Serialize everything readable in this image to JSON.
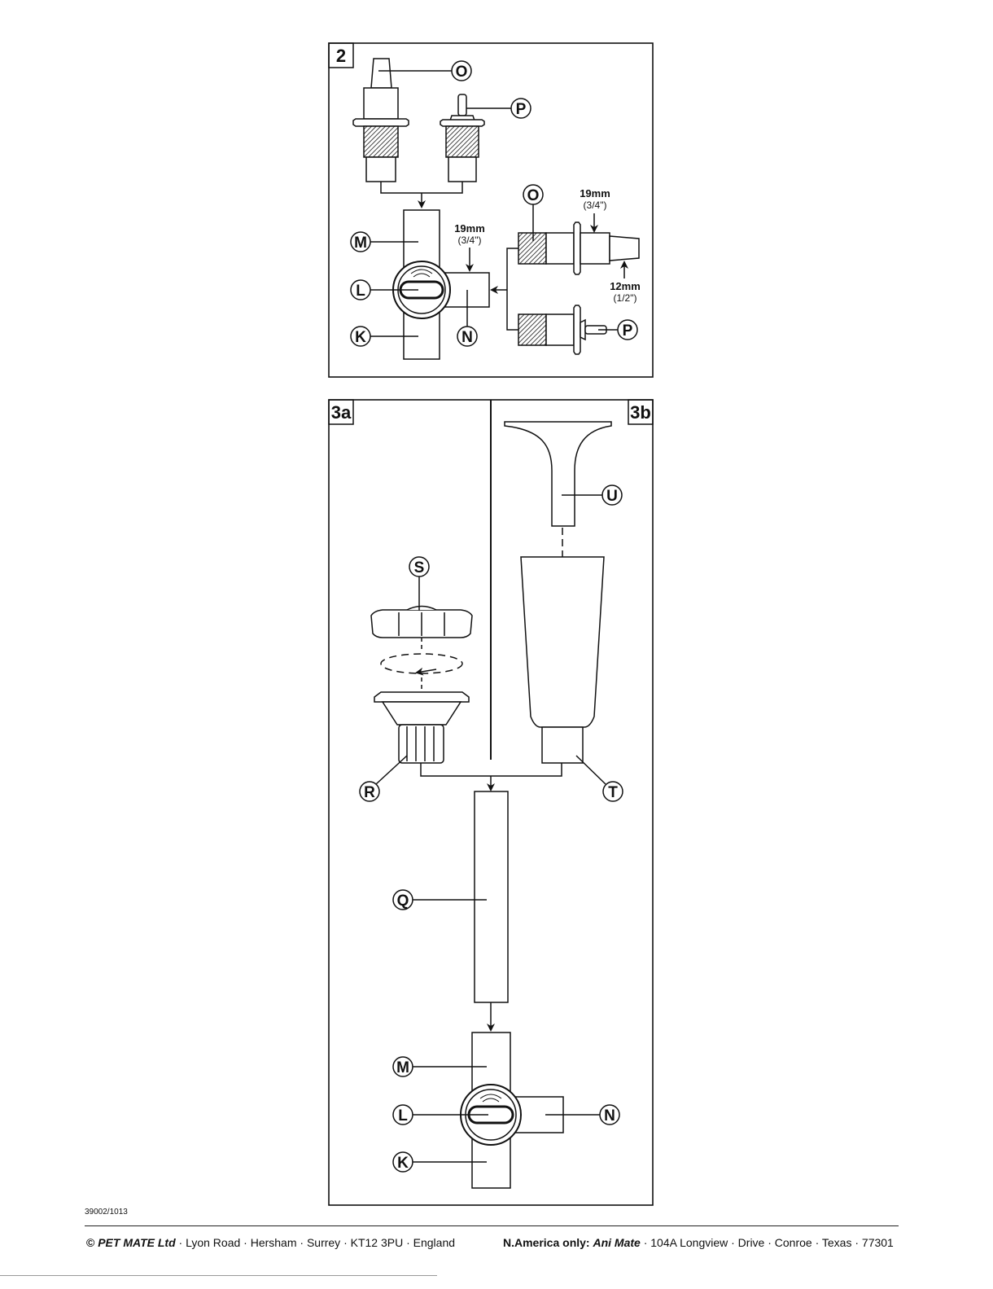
{
  "panel2": {
    "number": "2",
    "labels": {
      "O_top": "O",
      "P_top": "P",
      "O_right": "O",
      "P_right": "P",
      "M": "M",
      "L": "L",
      "K": "K",
      "N": "N"
    },
    "dim1": {
      "value": "19mm",
      "sub": "(3/4\")"
    },
    "dim2": {
      "value": "19mm",
      "sub": "(3/4\")"
    },
    "dim3": {
      "value": "12mm",
      "sub": "(1/2\")"
    }
  },
  "panel3": {
    "number_a": "3a",
    "number_b": "3b",
    "labels": {
      "S": "S",
      "R": "R",
      "U": "U",
      "T": "T",
      "Q": "Q",
      "M": "M",
      "L": "L",
      "K": "K",
      "N": "N"
    }
  },
  "footer": {
    "code": "39002/1013",
    "copyright": "©",
    "company": "PET MATE Ltd",
    "address": "· Lyon Road · Hersham · Surrey · KT12 3PU · England",
    "na_label": "N.America only:",
    "na_company": "Ani Mate",
    "na_address": "· 104A Longview · Drive · Conroe · Texas · 77301"
  }
}
